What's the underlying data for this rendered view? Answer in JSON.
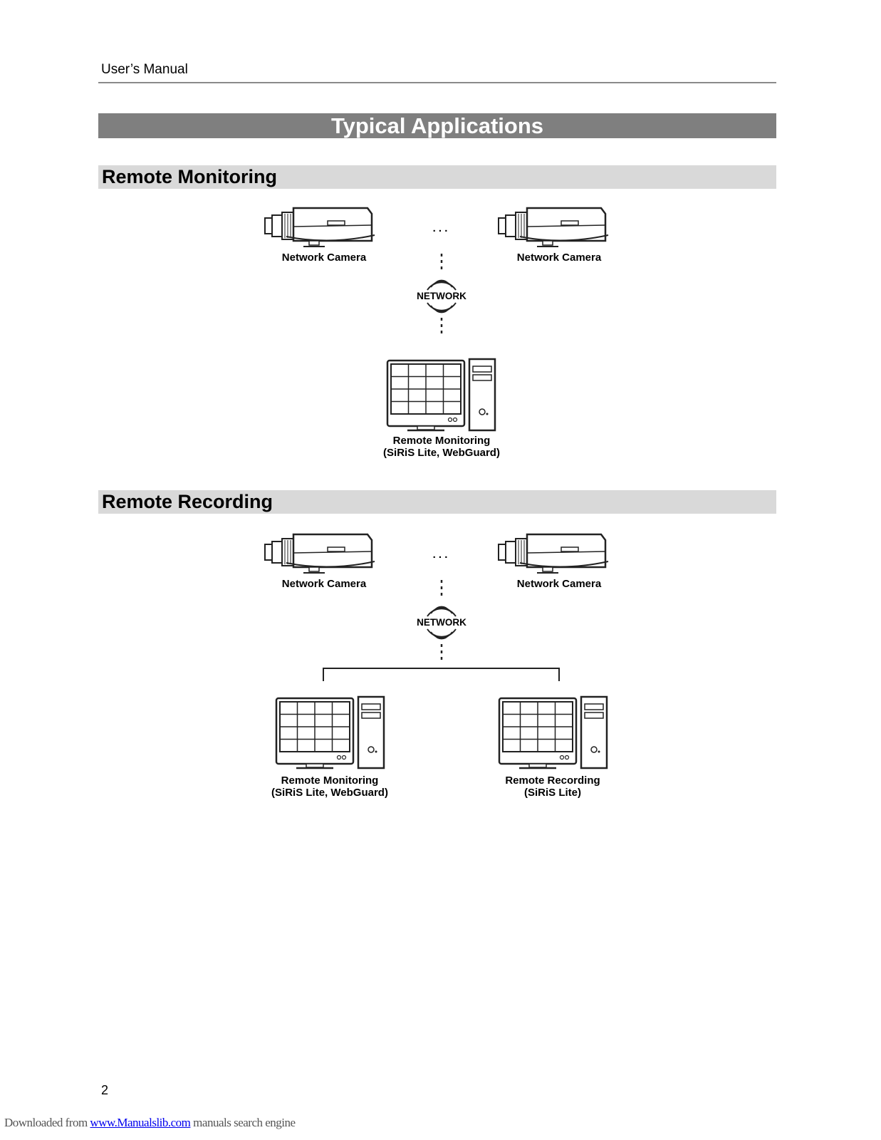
{
  "header": {
    "running_title": "User’s Manual"
  },
  "main_title": "Typical Applications",
  "sections": [
    {
      "title": "Remote Monitoring",
      "diagram": {
        "camera_label_left": "Network Camera",
        "camera_label_right": "Network Camera",
        "ellipsis": ". . .",
        "network_label": "NETWORK",
        "workstations": [
          {
            "label_line1": "Remote Monitoring",
            "label_line2": "(SiRiS Lite, WebGuard)"
          }
        ]
      }
    },
    {
      "title": "Remote Recording",
      "diagram": {
        "camera_label_left": "Network Camera",
        "camera_label_right": "Network Camera",
        "ellipsis": ". . .",
        "network_label": "NETWORK",
        "workstations": [
          {
            "label_line1": "Remote Monitoring",
            "label_line2": "(SiRiS Lite, WebGuard)"
          },
          {
            "label_line1": "Remote Recording",
            "label_line2": "(SiRiS Lite)"
          }
        ]
      }
    }
  ],
  "page_number": "2",
  "footer": {
    "prefix": "Downloaded from ",
    "link_text": "www.Manualslib.com",
    "suffix": " manuals search engine"
  },
  "icons": [
    "network-camera-icon",
    "network-cloud-icon",
    "computer-monitor-icon",
    "computer-tower-icon"
  ]
}
